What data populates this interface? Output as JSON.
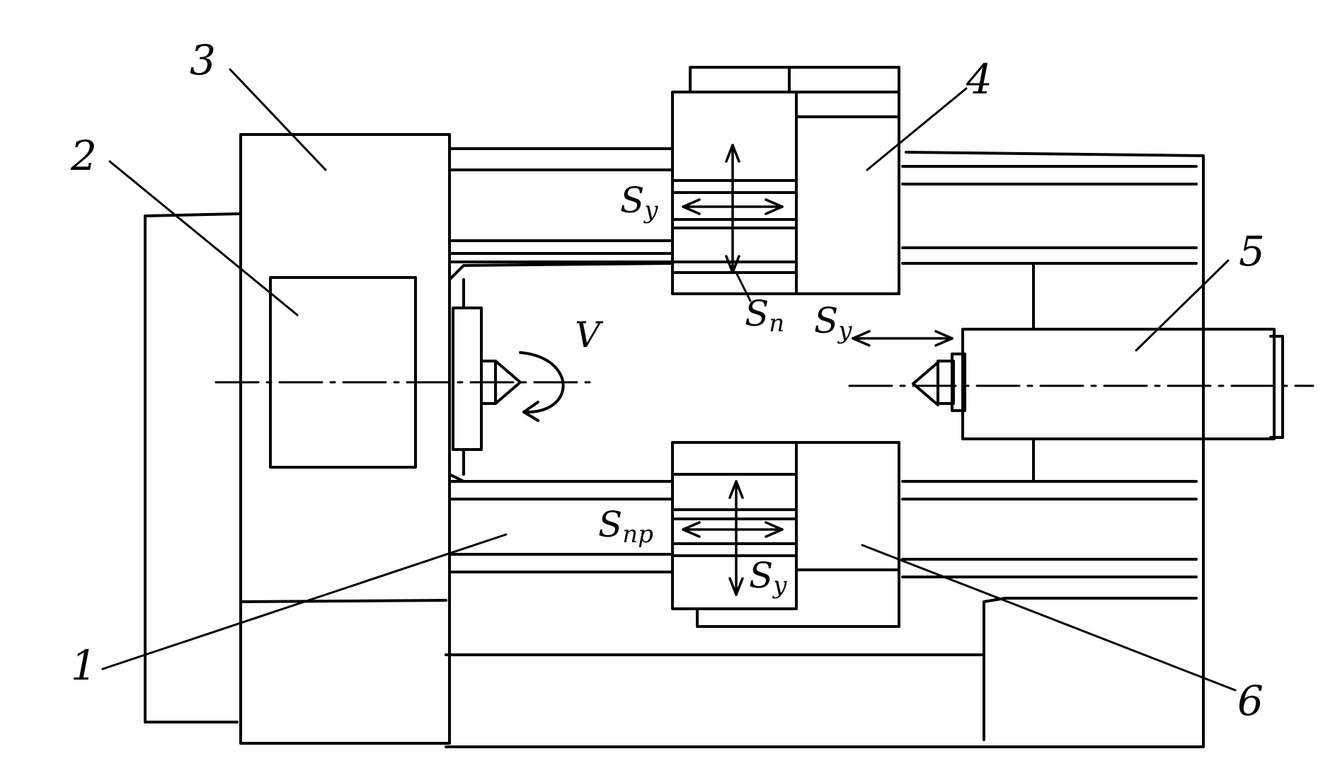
{
  "labels": {
    "n1": "1",
    "n2": "2",
    "n3": "3",
    "n4": "4",
    "n5": "5",
    "n6": "6"
  },
  "symbols": {
    "v": "V",
    "s_top_base": "S",
    "s_top_sub": "y",
    "s_n_base": "S",
    "s_n_sub": "n",
    "s_tail_base": "S",
    "s_tail_sub": "y",
    "s_np_base": "S",
    "s_np_sub": "np",
    "s_bot_base": "S",
    "s_bot_sub": "y"
  },
  "colors": {
    "ink": "#000000",
    "paper": "#ffffff"
  }
}
